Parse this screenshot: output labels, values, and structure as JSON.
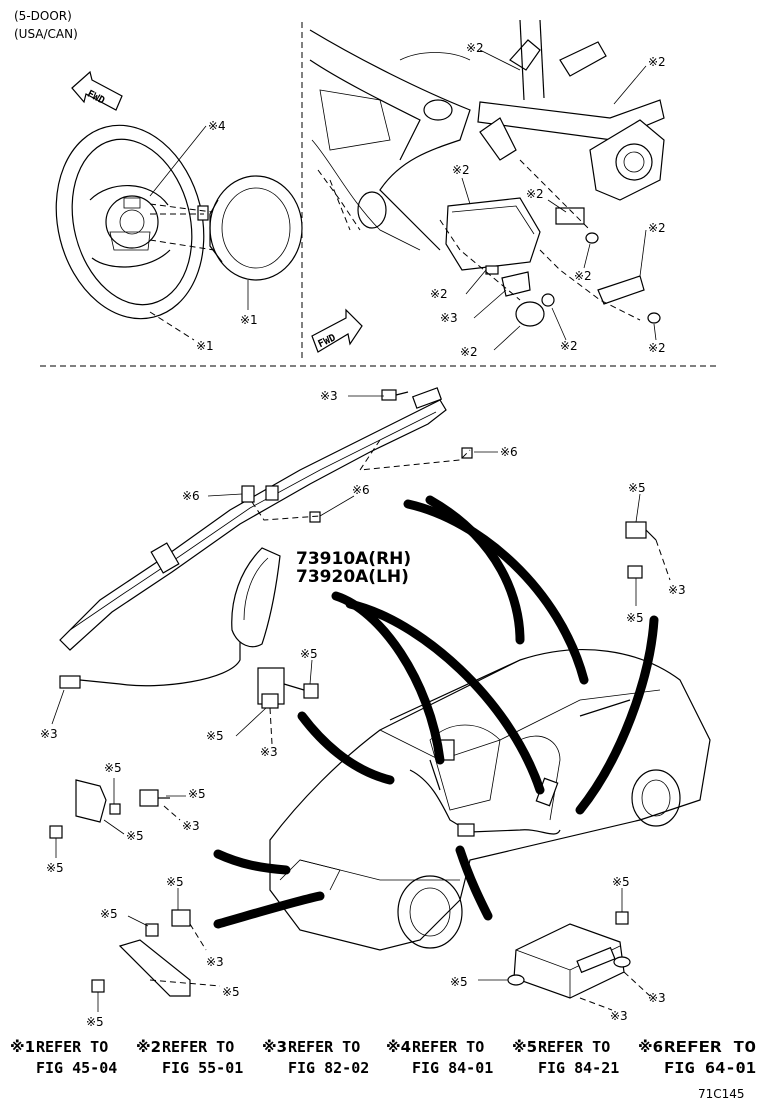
{
  "header": {
    "line1": "(5-DOOR)",
    "line2": "(USA/CAN)"
  },
  "arrows": {
    "fwd_label": "FWD"
  },
  "part_numbers": {
    "rh": "73910A(RH)",
    "lh": "73920A(LH)"
  },
  "callouts": {
    "c1": "※1",
    "c2": "※2",
    "c3": "※3",
    "c4": "※4",
    "c5": "※5",
    "c6": "※6"
  },
  "legend": [
    {
      "code": "※1",
      "refer": "REFER TO",
      "fig": "FIG 45-04"
    },
    {
      "code": "※2",
      "refer": "REFER TO",
      "fig": "FIG 55-01"
    },
    {
      "code": "※3",
      "refer": "REFER TO",
      "fig": "FIG 82-02"
    },
    {
      "code": "※4",
      "refer": "REFER TO",
      "fig": "FIG 84-01"
    },
    {
      "code": "※5",
      "refer": "REFER TO",
      "fig": "FIG 84-21"
    },
    {
      "code": "※6",
      "refer": "REFER TO",
      "fig": "FIG 64-01"
    }
  ],
  "figure_id": "71C145"
}
